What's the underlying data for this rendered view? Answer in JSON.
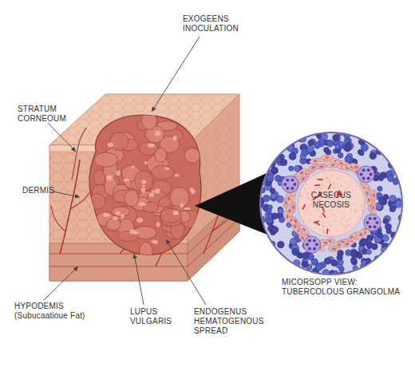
{
  "diagram": {
    "nodes": [
      {
        "text": [
          "CASEOUS NECOSIS",
          "MICORSOPP VIEW: TUBERCOLOUS GRANGOLMA"
        ]
      }
    ],
    "labels": [
      "STRATUM CORNEOUM",
      "EXOGEENS INOCULATION",
      "DERMIS",
      "HYPODEMIS (Subucaatioue Fat)",
      "LUPUS VULGARIS",
      "ENDOGENUS HEMATOGENOUS SPREAD"
    ]
  }
}
